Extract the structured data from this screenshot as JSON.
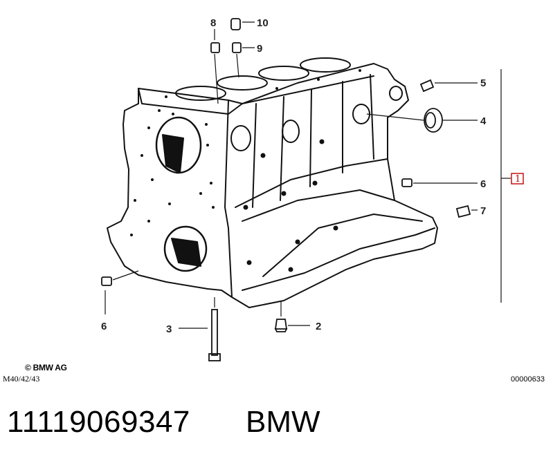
{
  "diagram": {
    "callouts": [
      {
        "id": "c8",
        "text": "8"
      },
      {
        "id": "c10",
        "text": "10"
      },
      {
        "id": "c9",
        "text": "9"
      },
      {
        "id": "c5",
        "text": "5"
      },
      {
        "id": "c4",
        "text": "4"
      },
      {
        "id": "c1",
        "text": "1"
      },
      {
        "id": "c6a",
        "text": "6"
      },
      {
        "id": "c7",
        "text": "7"
      },
      {
        "id": "c6b",
        "text": "6"
      },
      {
        "id": "c3",
        "text": "3"
      },
      {
        "id": "c2",
        "text": "2"
      }
    ]
  },
  "footer": {
    "copyright": "© BMW AG",
    "model_code": "M40/42/43",
    "diagram_id": "00000633"
  },
  "caption": {
    "part_number": "11119069347",
    "brand": "BMW"
  }
}
